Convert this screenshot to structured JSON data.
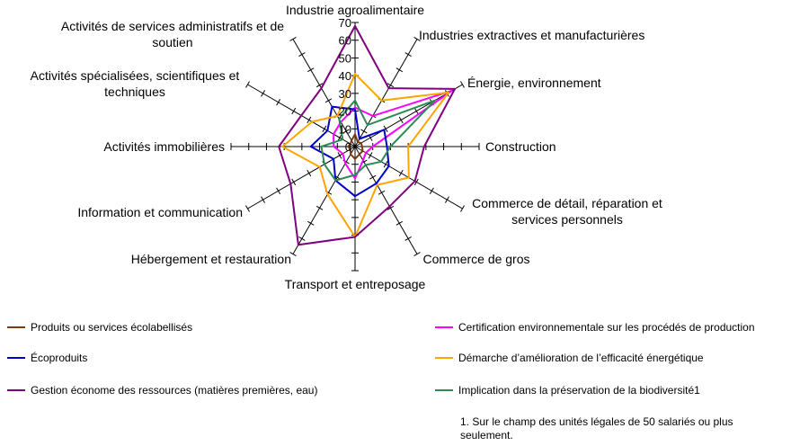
{
  "chart_data": {
    "type": "radar",
    "rlim": [
      0,
      70
    ],
    "r_ticks": [
      "0",
      "10",
      "20",
      "30",
      "40",
      "50",
      "60",
      "70"
    ],
    "grid": false,
    "legend_position": "bottom",
    "categories": [
      "Industrie agroalimentaire",
      "Industries extractives et manufacturières",
      "Énergie, environnement",
      "Construction",
      "Commerce de détail, réparation et services personnels",
      "Commerce de gros",
      "Transport et entreposage",
      "Hébergement et restauration",
      "Information et communication",
      "Activités immobilières",
      "Activités spécialisées, scientifiques et techniques",
      "Activités de services administratifs et de soutien"
    ],
    "series": [
      {
        "name": "Produits ou services écolabellisés",
        "color": "#7b3a10",
        "values": [
          7,
          3,
          4,
          4,
          5,
          5,
          7,
          5,
          3,
          4,
          3,
          4
        ]
      },
      {
        "name": "Certification environnementale sur les procédés de production",
        "color": "#ff00ff",
        "values": [
          22,
          20,
          63,
          10,
          7,
          9,
          18,
          11,
          8,
          12,
          14,
          16
        ]
      },
      {
        "name": "Écoproduits",
        "color": "#0000cc",
        "values": [
          21,
          5,
          19,
          18,
          22,
          24,
          28,
          22,
          14,
          25,
          18,
          26
        ]
      },
      {
        "name": "Démarche d’amélioration de l’efficacité énergétique",
        "color": "#ffa500",
        "values": [
          41,
          30,
          61,
          30,
          35,
          25,
          51,
          31,
          23,
          41,
          28,
          20
        ]
      },
      {
        "name": "Gestion économe des ressources (matières premières, eau)",
        "color": "#7f007f",
        "values": [
          68,
          38,
          65,
          39,
          39,
          39,
          51,
          64,
          42,
          43,
          35,
          38
        ]
      },
      {
        "name": "Implication dans la préservation de la biodiversité1",
        "color": "#2e8b57",
        "values": [
          26,
          14,
          52,
          20,
          17,
          12,
          16,
          22,
          20,
          19,
          8,
          18
        ]
      }
    ]
  },
  "footnote": "1. Sur le champ des unités légales de 50 salariés ou plus seulement."
}
